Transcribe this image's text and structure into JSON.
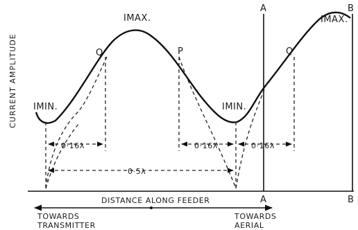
{
  "diagram": {
    "y_axis_label": "CURRENT AMPLITUDE",
    "x_axis_label": "DISTANCE ALONG FEEDER",
    "direction_left": [
      "TOWARDS",
      "TRANSMITTER"
    ],
    "direction_right": [
      "TOWARDS",
      "AERIAL"
    ],
    "peak_label_1": "IMAX.",
    "peak_label_2": "IMAX.",
    "min_label_1": "IMIN.",
    "min_label_2": "IMIN.",
    "point_q1": "Q",
    "point_p": "P",
    "point_q2": "Q",
    "line_a_top": "A",
    "line_a_bottom": "A",
    "line_b_top": "B",
    "line_b_bottom": "B",
    "dim_1": "0·16λ",
    "dim_2": "0·16λ",
    "dim_3": "0·16λ",
    "dim_half": "0·5λ"
  }
}
